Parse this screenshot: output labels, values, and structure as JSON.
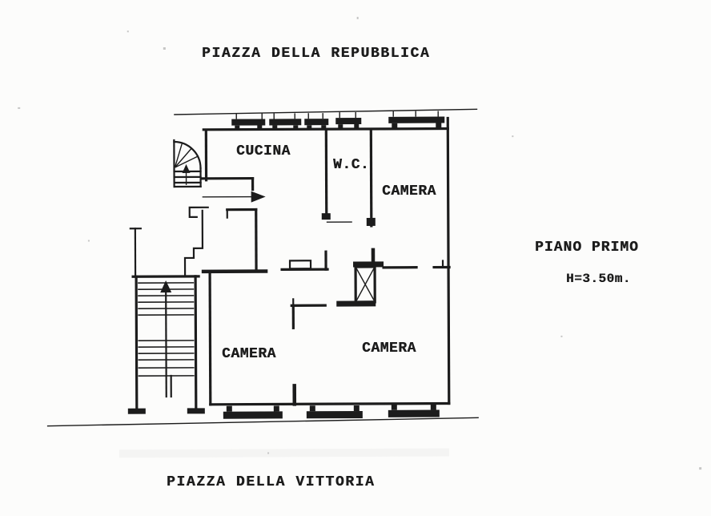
{
  "plan": {
    "street_top": "PIAZZA DELLA REPUBBLICA",
    "street_bottom": "PIAZZA DELLA VITTORIA",
    "floor_title": "PIANO PRIMO",
    "ceiling_height": "H=3.50m.",
    "rooms": {
      "kitchen": "CUCINA",
      "wc": "W.C.",
      "bedroom_top_right": "CAMERA",
      "bedroom_bottom_left": "CAMERA",
      "bedroom_bottom_right": "CAMERA"
    },
    "colors": {
      "ink": "#1c1c1c",
      "paper": "#fcfcfb",
      "artifact": "#999999"
    }
  }
}
